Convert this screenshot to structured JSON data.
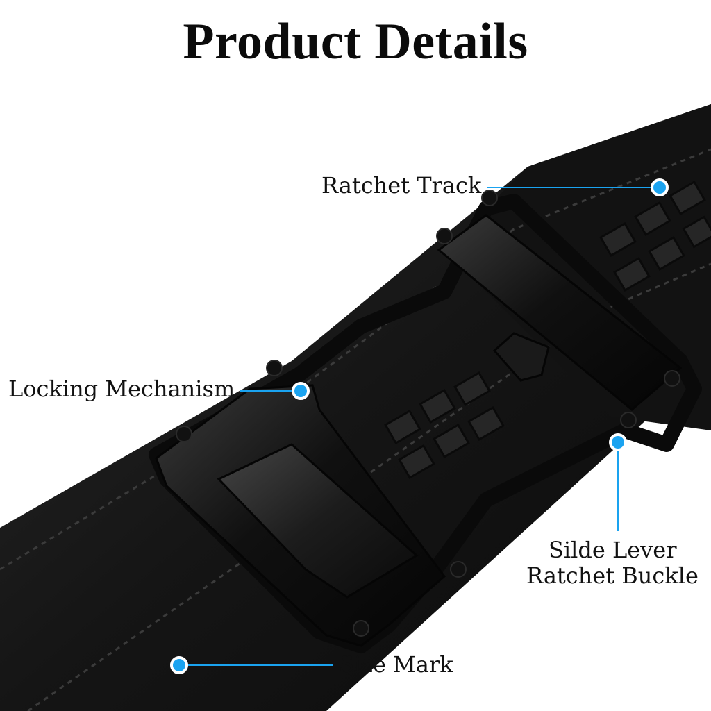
{
  "title": "Product Details",
  "callouts": {
    "ratchet_track": "Ratchet Track",
    "locking_mechanism": "Locking Mechanism",
    "slide_lever_line1": "Silde Lever",
    "slide_lever_line2": "Ratchet Buckle",
    "size_mark": "Size Mark"
  },
  "colors": {
    "marker": "#1aa3f0",
    "leather": "#151515",
    "buckle": "#0d0d0d",
    "background": "#ffffff"
  }
}
